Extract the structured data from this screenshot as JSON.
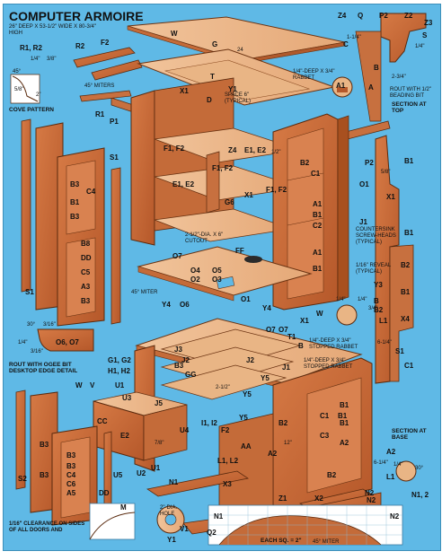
{
  "title": "COMPUTER ARMOIRE",
  "subtitle": "26\" DEEP X 53-1/2\" WIDE X 80-3/4\" HIGH",
  "captions": {
    "cove_pattern": "COVE PATTERN",
    "section_top": "SECTION AT TOP",
    "section_base": "SECTION AT BASE",
    "desk_edge_detail": "ROUT WITH OGEE BIT DESKTOP EDGE DETAIL",
    "clearance": "1/16\" CLEARANCE ON SIDES OF ALL DOORS AND",
    "each_sq": "EACH SQ. = 2\""
  },
  "notes": {
    "miters_45": "45° MITERS",
    "space_6": "SPACE 6\" (TYPICAL)",
    "rabbet_top": "1/4\"-DEEP X 3/4\" RABBET",
    "rout_beading": "ROUT WITH 1/2\" BEADING BIT",
    "cutout": "2-1/2\"-DIA. X 6\" CUTOUT",
    "countersink": "COUNTERSINK SCREW-HEADS (TYPICAL)",
    "reveal": "1/16\" REVEAL (TYPICAL)",
    "miter_45": "45° MITER",
    "stopped_rabbet_1": "1/4\"-DEEP X 3/4\" STOPPED RABBET",
    "stopped_rabbet_2": "1/4\"-DEEP X 3/4\" STOPPED RABBET",
    "dia_hole": "2\"-DIA. HOLE",
    "miter_45_bottom": "45° MITER",
    "dim_1_4_a": "1/4\"",
    "dim_3_8": "3/8\"",
    "dim_5_8": "5/8\"",
    "dim_2": "2\"",
    "dim_45": "45°",
    "dim_1_1_4": "1-1/4\"",
    "dim_2_3_4": "2-3/4\"",
    "dim_5_8_b": "5/8\"",
    "dim_6_1_4": "6-1/4\"",
    "dim_30": "30°",
    "dim_3_16": "3/16\"",
    "dim_1_4_b": "1/4\"",
    "dim_3_16_b": "3/16\"",
    "dim_1_4_c": "1/4\"",
    "dim_30_b": "30°",
    "dim_6_1_4_b": "6-1/4\"",
    "dim_1_2": "1/2\"",
    "dim_24": "24",
    "dim_1_4_d": "1/4\"",
    "dim_1_4_e": "1/4\"",
    "dim_2_1_2": "2-1/2\"",
    "dim_1_4_f": "1/4\"",
    "dim_3_4": "3/4\"",
    "dim_7_8": "7/8\"",
    "dim_12": "12\""
  },
  "labels": [
    "W",
    "G",
    "Z4",
    "C",
    "B",
    "A",
    "Q",
    "P2",
    "Z2",
    "Z3",
    "S",
    "R1, R2",
    "R2",
    "F2",
    "X1",
    "D",
    "Y1",
    "T",
    "R1",
    "P1",
    "A1",
    "F1, F2",
    "F1, F2",
    "Z4",
    "E1, E2",
    "E1, E2",
    "F1, F2",
    "G6",
    "X1",
    "B2",
    "C1",
    "A1",
    "B1",
    "C2",
    "A1",
    "B1",
    "B1",
    "O1",
    "X1",
    "J1",
    "P2",
    "B1",
    "B2",
    "B1",
    "B3",
    "C4",
    "B1",
    "B3",
    "B8",
    "DD",
    "C5",
    "A3",
    "B3",
    "S1",
    "S1",
    "FF",
    "O7",
    "O4",
    "O2",
    "O5",
    "O3",
    "O1",
    "O6",
    "Y4",
    "Y4",
    "O7",
    "O7",
    "T1",
    "X1",
    "B",
    "W",
    "B",
    "Y3",
    "B2",
    "L1",
    "X4",
    "O6, O7",
    "S1",
    "C1",
    "G1, G2",
    "H1, H2",
    "J3",
    "J2",
    "J2",
    "J1",
    "GG",
    "B3",
    "Y5",
    "B1",
    "Y5",
    "B1",
    "W",
    "V",
    "U1",
    "U3",
    "J5",
    "CC",
    "U4",
    "E2",
    "U1",
    "U2",
    "I1, I2",
    "F2",
    "Y5",
    "B2",
    "AA",
    "L1, L2",
    "C3",
    "A2",
    "N1",
    "A2",
    "C1",
    "B1",
    "B2",
    "X2",
    "N2",
    "Z1",
    "X3",
    "B3",
    "B3",
    "C4",
    "C6",
    "A5",
    "B3",
    "B3",
    "DD",
    "M",
    "U5",
    "S2",
    "V1",
    "Y1",
    "N1",
    "N2",
    "Q2",
    "N2",
    "N1, 2",
    "L1",
    "A2"
  ]
}
